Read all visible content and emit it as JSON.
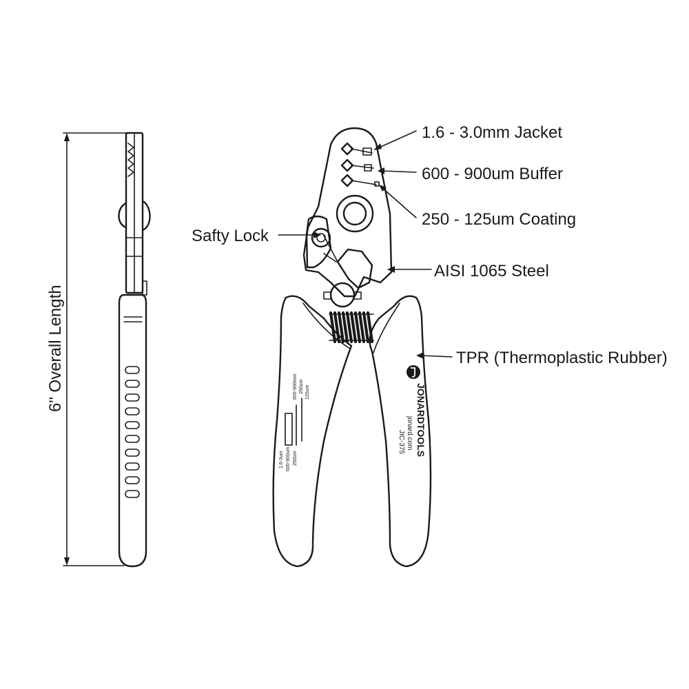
{
  "dimension": {
    "overall_length": "6\" Overall Length"
  },
  "callouts": {
    "jacket": "1.6 - 3.0mm Jacket",
    "buffer": "600 - 900um Buffer",
    "coating": "250 - 125um Coating",
    "lock": "Safty Lock",
    "steel": "AISI 1065 Steel",
    "grip": "TPR (Thermoplastic Rubber)"
  },
  "handle_marks": {
    "brand": "JONARDTOOLS",
    "website": "jonard.com",
    "model": "JIC-375",
    "size_labels": [
      "1.6-3um",
      "600-900um",
      "250um",
      "600-900mm",
      "250um",
      "125um"
    ]
  },
  "colors": {
    "line": "#1a1a1a",
    "background": "#ffffff"
  }
}
